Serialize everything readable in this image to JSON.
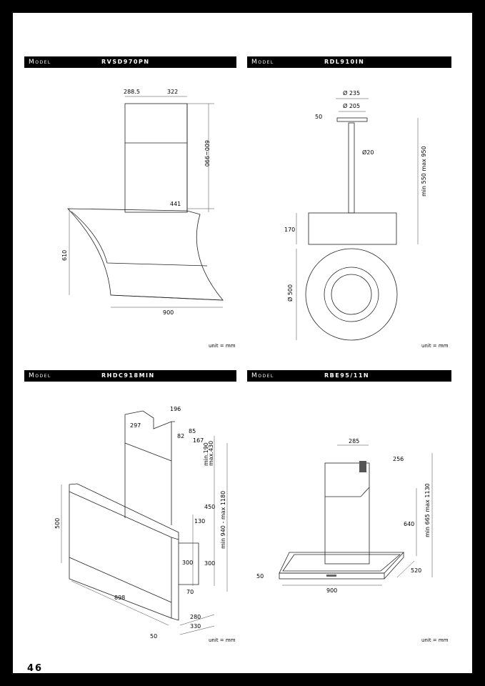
{
  "page_number": "46",
  "model_label": "Model",
  "unit_label": "unit = mm",
  "panels": [
    {
      "model": "RVSD970PN",
      "dims": [
        "288.5",
        "322",
        "600~990",
        "441",
        "610",
        "900"
      ]
    },
    {
      "model": "RDL910IN",
      "dims": [
        "Ø 235",
        "Ø 205",
        "50",
        "Ø20",
        "min 550 max 950",
        "170",
        "Ø 500"
      ]
    },
    {
      "model": "RHDC918MIN",
      "dims": [
        "196",
        "297",
        "85",
        "82",
        "167",
        "min.190",
        "max.430",
        "450",
        "min 940 - max 1180",
        "130",
        "500",
        "300",
        "300",
        "70",
        "898",
        "280",
        "330",
        "50"
      ]
    },
    {
      "model": "RBE95/11N",
      "dims": [
        "285",
        "256",
        "640",
        "min 665 max 1130",
        "520",
        "50",
        "900"
      ]
    }
  ]
}
